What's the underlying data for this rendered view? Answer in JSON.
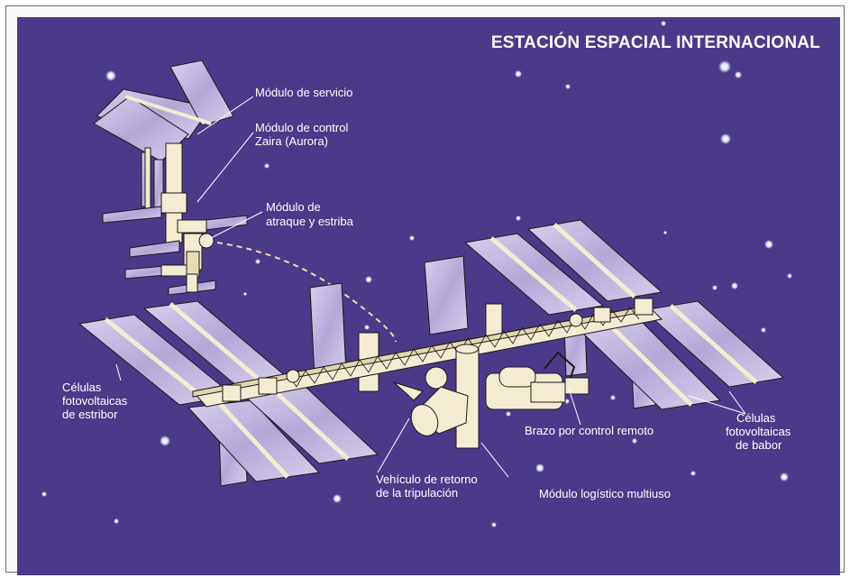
{
  "title": "ESTACIÓN ESPACIAL INTERNACIONAL",
  "labels": {
    "servicio": "Módulo de servicio",
    "control_1": "Módulo de control",
    "control_2": "Zaira (Aurora)",
    "atraque_1": "Módulo de",
    "atraque_2": "atraque y estriba",
    "estribor_1": "Células",
    "estribor_2": "fotovoltaicas",
    "estribor_3": "de estribor",
    "brazo": "Brazo por control remoto",
    "babor_1": "Células",
    "babor_2": "fotovoltaicas",
    "babor_3": "de babor",
    "retorno_1": "Vehículo de retorno",
    "retorno_2": "de la tripulación",
    "logistico": "Módulo logístico multiuso"
  },
  "colors": {
    "space": "#4b3a8a",
    "panel_fill": "#c8bfe0",
    "panel_stripe": "#9f93c7",
    "module": "#f3ecd2",
    "outline": "#1a1a1a",
    "dashed": "#f4d9a8"
  }
}
